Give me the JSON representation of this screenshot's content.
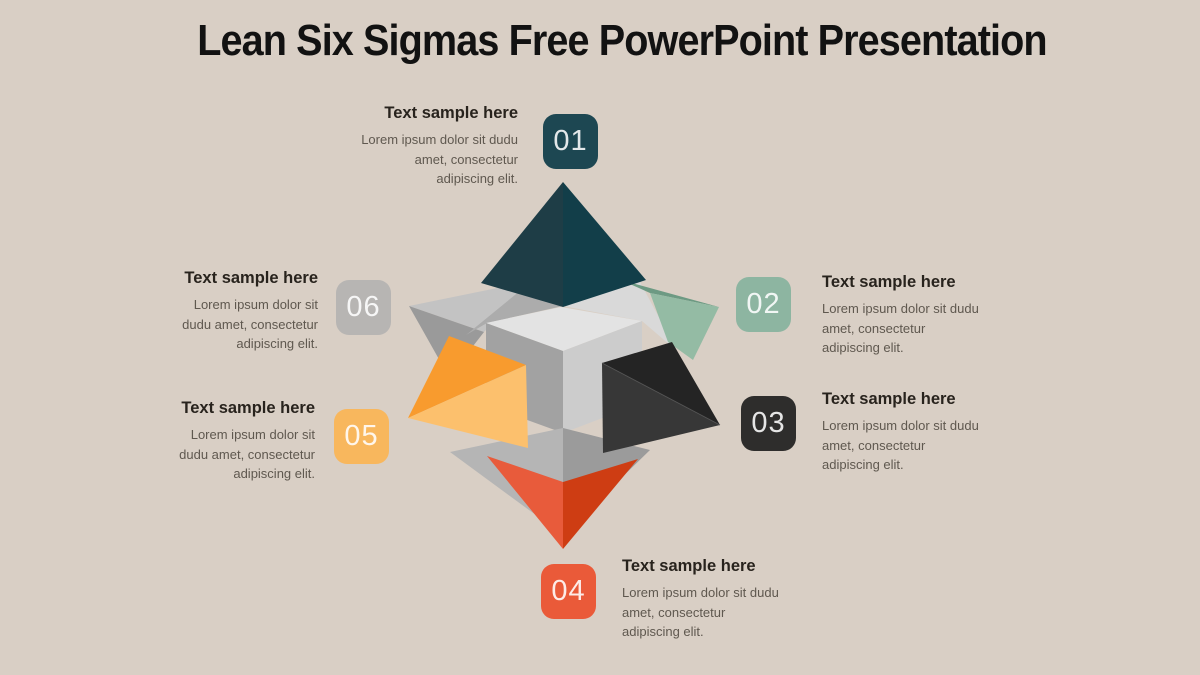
{
  "slide": {
    "title": "Lean Six Sigmas Free PowerPoint Presentation",
    "background_color": "#d9cfc5"
  },
  "items": [
    {
      "number": "01",
      "badge_color": "#1d4752",
      "heading": "Text sample here",
      "body": "Lorem ipsum dolor sit dudu amet, consectetur adipiscing elit."
    },
    {
      "number": "02",
      "badge_color": "#8db5a1",
      "heading": "Text sample here",
      "body": "Lorem ipsum dolor sit dudu amet, consectetur adipiscing elit."
    },
    {
      "number": "03",
      "badge_color": "#2e2d2c",
      "heading": "Text sample here",
      "body": "Lorem ipsum dolor sit dudu amet, consectetur adipiscing elit."
    },
    {
      "number": "04",
      "badge_color": "#ea5a39",
      "heading": "Text sample here",
      "body": "Lorem ipsum dolor sit dudu amet, consectetur adipiscing elit."
    },
    {
      "number": "05",
      "badge_color": "#f8b75d",
      "heading": "Text sample here",
      "body": "Lorem ipsum dolor sit dudu amet, consectetur adipiscing elit."
    },
    {
      "number": "06",
      "badge_color": "#b7b5b3",
      "heading": "Text sample here",
      "body": "Lorem ipsum dolor sit dudu amet, consectetur adipiscing elit."
    }
  ],
  "diagram": {
    "description": "3D cube with six pyramids pointing toward numbered badges",
    "faces": {
      "back_left_light": "#c3c3c3",
      "back_left_dark": "#9a9a9a",
      "back_left_inner": "#acacac",
      "back_right_light": "#d9d9d9",
      "green_dark": "#6d9a83",
      "green_light": "#94bba4",
      "teal_left": "#1e3d46",
      "teal_right": "#123e49",
      "cube_top": "#e3e3e3",
      "cube_left": "#a2a2a2",
      "cube_right": "#cccccc",
      "bottom_gray_left": "#b5b5b5",
      "bottom_gray_right": "#9b9b9b",
      "red_left": "#e85b3b",
      "red_right": "#ce3d13",
      "orange_dark": "#f89b2e",
      "orange_light": "#fcc06d",
      "black_dark": "#242424",
      "black_light": "#373737",
      "black_edge": "#555555"
    }
  }
}
